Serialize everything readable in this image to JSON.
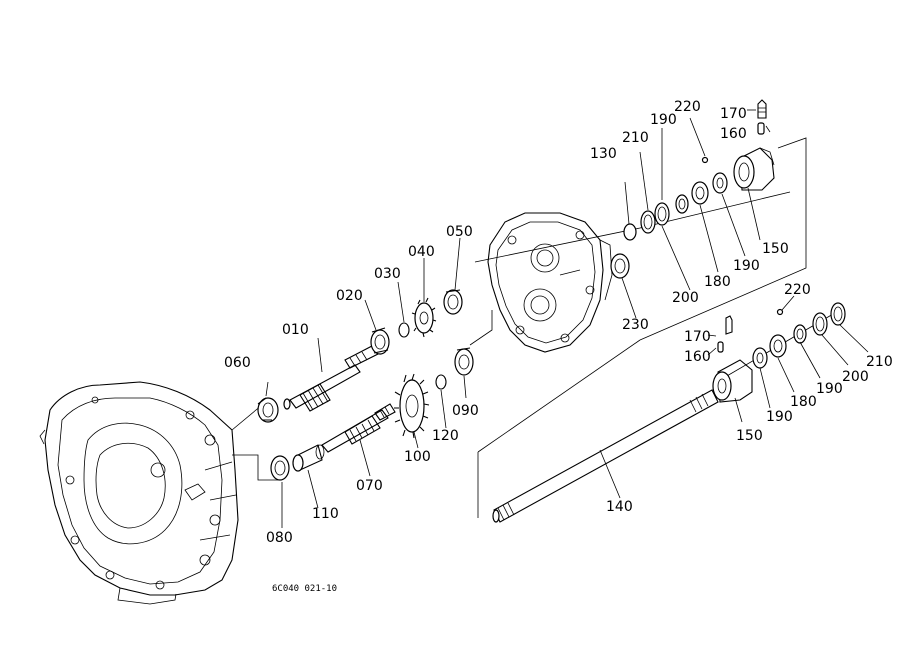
{
  "labels": {
    "p010": "010",
    "p020": "020",
    "p030": "030",
    "p040": "040",
    "p050": "050",
    "p060": "060",
    "p070": "070",
    "p080": "080",
    "p090": "090",
    "p100": "100",
    "p110": "110",
    "p120": "120",
    "p130": "130",
    "p140": "140",
    "p150a": "150",
    "p150b": "150",
    "p160a": "160",
    "p160b": "160",
    "p170a": "170",
    "p170b": "170",
    "p180a": "180",
    "p180b": "180",
    "p190a": "190",
    "p190b": "190",
    "p190c": "190",
    "p200a": "200",
    "p200b": "200",
    "p210a": "210",
    "p210b": "210",
    "p220a": "220",
    "p220b": "220",
    "p230": "230"
  },
  "drawing_ref": "6C040  021-10"
}
